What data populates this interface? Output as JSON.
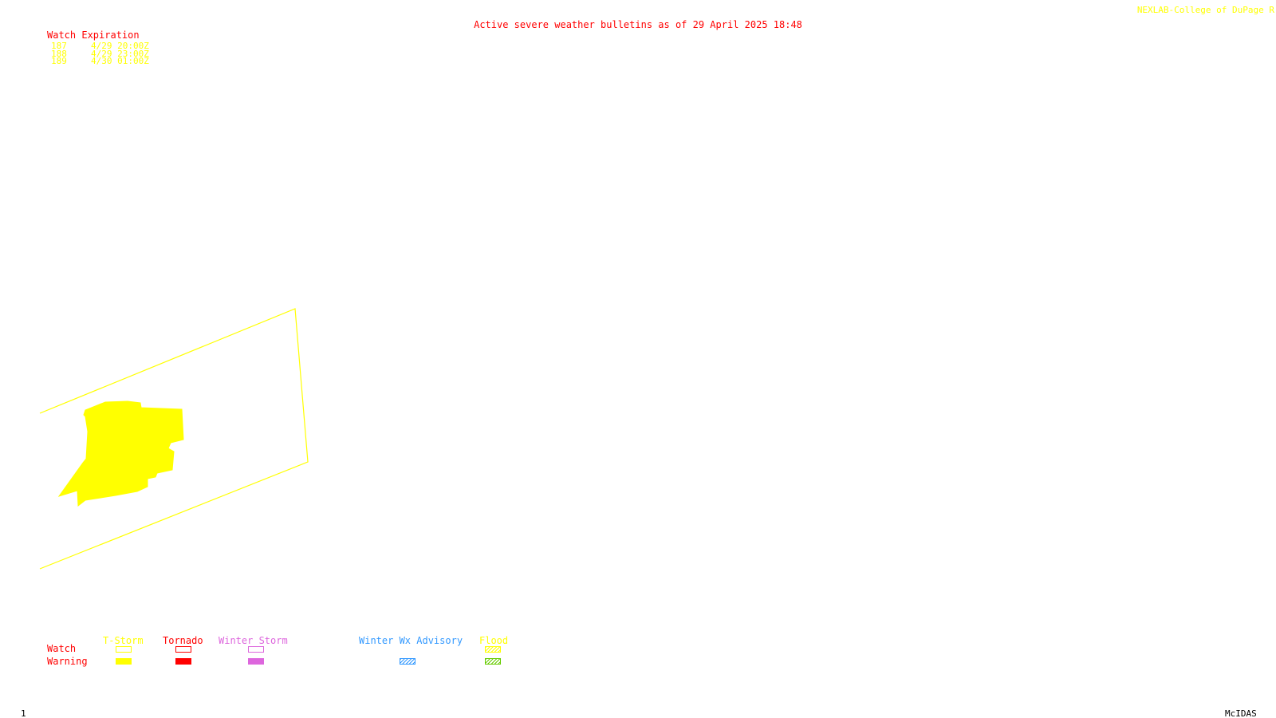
{
  "header": {
    "title": "Active severe weather bulletins as of 29 April 2025 18:48",
    "credit": "NEXLAB-College of DuPage R"
  },
  "watch_table": {
    "heading": "Watch Expiration",
    "rows": [
      {
        "number": "187",
        "expires": "4/29 20:00Z"
      },
      {
        "number": "188",
        "expires": "4/29 23:00Z"
      },
      {
        "number": "189",
        "expires": "4/30 01:00Z"
      }
    ]
  },
  "map": {
    "watch_box_color": "#ffff00",
    "warning_fill_color": "#ffff00"
  },
  "legend": {
    "row_labels": {
      "watch": "Watch",
      "warning": "Warning"
    },
    "categories": [
      {
        "label": "T-Storm",
        "color": "#ffff00"
      },
      {
        "label": "Tornado",
        "color": "#ff0000"
      },
      {
        "label": "Winter Storm",
        "color": "#dd66dd"
      },
      {
        "label": "Winter Wx Advisory",
        "color": "#3399ff"
      },
      {
        "label": "Flood",
        "color": "#ffff00"
      }
    ]
  },
  "footer": {
    "page_number": "1",
    "software": "McIDAS"
  }
}
